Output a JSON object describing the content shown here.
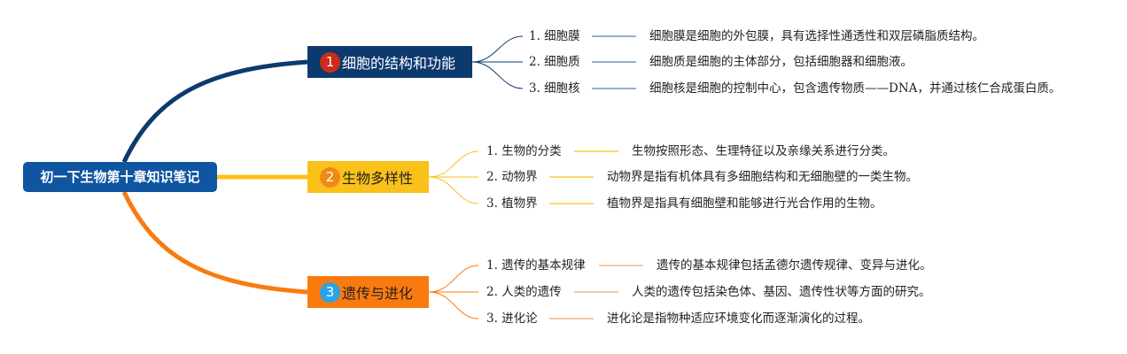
{
  "root": {
    "title": "初一下生物第十章知识笔记"
  },
  "branches": [
    {
      "num": "1",
      "title": "细胞的结构和功能",
      "items": [
        {
          "label": "1. 细胞膜",
          "desc": "细胞膜是细胞的外包膜，具有选择性通透性和双层磷脂质结构。"
        },
        {
          "label": "2. 细胞质",
          "desc": "细胞质是细胞的主体部分，包括细胞器和细胞液。"
        },
        {
          "label": "3. 细胞核",
          "desc": "细胞核是细胞的控制中心，包含遗传物质——DNA，并通过核仁合成蛋白质。"
        }
      ]
    },
    {
      "num": "2",
      "title": "生物多样性",
      "items": [
        {
          "label": "1. 生物的分类",
          "desc": "生物按照形态、生理特征以及亲缘关系进行分类。"
        },
        {
          "label": "2. 动物界",
          "desc": "动物界是指有机体具有多细胞结构和无细胞壁的一类生物。"
        },
        {
          "label": "3. 植物界",
          "desc": "植物界是指具有细胞壁和能够进行光合作用的生物。"
        }
      ]
    },
    {
      "num": "3",
      "title": "遗传与进化",
      "items": [
        {
          "label": "1. 遗传的基本规律",
          "desc": "遗传的基本规律包括孟德尔遗传规律、变异与进化。"
        },
        {
          "label": "2. 人类的遗传",
          "desc": "人类的遗传包括染色体、基因、遗传性状等方面的研究。"
        },
        {
          "label": "3. 进化论",
          "desc": "进化论是指物种适应环境变化而逐渐演化的过程。"
        }
      ]
    }
  ],
  "colors": {
    "root": "#0f55a0",
    "branch1": "#0c3a6e",
    "branch2": "#fac11a",
    "branch3": "#f97b10",
    "badge1": "#cc2a1b",
    "badge2": "#f08a17",
    "badge3": "#2aa4e6"
  }
}
